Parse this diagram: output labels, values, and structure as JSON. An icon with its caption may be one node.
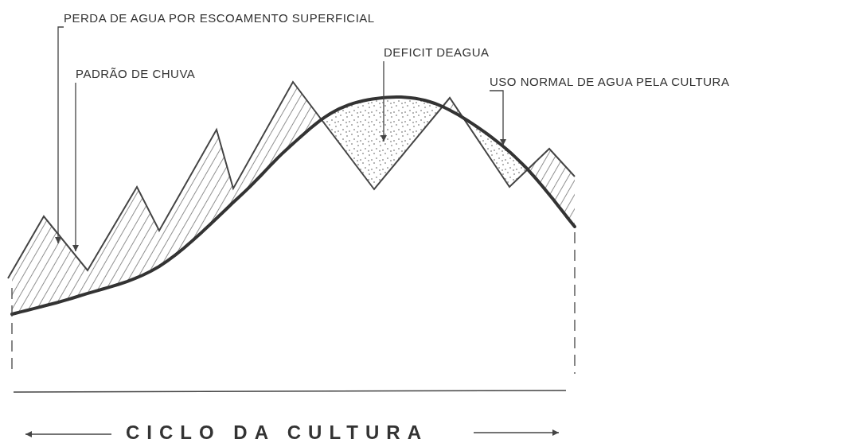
{
  "diagram": {
    "nodes": [
      {
        "text": [
          "PERDA DE AGUA POR ESCOAMENTO SUPERFICIAL"
        ]
      },
      {
        "text": [
          "PADRÃO DE CHUVA"
        ]
      },
      {
        "text": [
          "DEFICIT DEAGUA"
        ]
      },
      {
        "text": [
          "USO NORMAL DE AGUA PELA CULTURA"
        ]
      },
      {
        "text": [],
        "shape": "hatch"
      },
      {
        "text": [],
        "shape": "line"
      },
      {
        "text": [],
        "shape": "dots"
      },
      {
        "text": [],
        "shape": "curve"
      }
    ],
    "edges": [
      {
        "from": 0,
        "to": 4,
        "arrow": "to"
      },
      {
        "from": 1,
        "to": 5,
        "arrow": "to"
      },
      {
        "from": 2,
        "to": 6,
        "arrow": "to"
      },
      {
        "from": 3,
        "to": 7,
        "arrow": "to"
      }
    ],
    "labels": [
      "CICLO DA CULTURA"
    ]
  }
}
